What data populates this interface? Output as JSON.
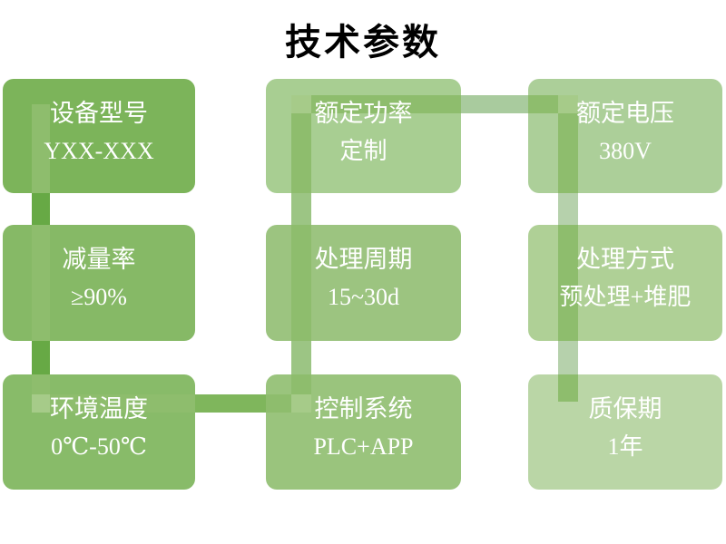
{
  "title": "技术参数",
  "boxes": [
    {
      "id": "device-model",
      "label": "设备型号",
      "value": "YXX-XXX",
      "color": "#7CB45A"
    },
    {
      "id": "rated-power",
      "label": "额定功率",
      "value": "定制",
      "color": "#A8CE92"
    },
    {
      "id": "rated-voltage",
      "label": "额定电压",
      "value": "380V",
      "color": "#ACCF99"
    },
    {
      "id": "reduction-rate",
      "label": "减量率",
      "value": "≥90%",
      "color": "#86B966"
    },
    {
      "id": "treatment-cycle",
      "label": "处理周期",
      "value": "15~30d",
      "color": "#9CC480"
    },
    {
      "id": "treatment-method",
      "label": "处理方式",
      "value": "预处理+堆肥",
      "color": "#AFD096"
    },
    {
      "id": "ambient-temperature",
      "label": "环境温度",
      "value": "0℃-50℃",
      "color": "#88BB69"
    },
    {
      "id": "control-system",
      "label": "控制系统",
      "value": "PLC+APP",
      "color": "#9AC47D"
    },
    {
      "id": "warranty-period",
      "label": "质保期",
      "value": "1年",
      "color": "#BAD6A6"
    }
  ],
  "connector_colors": {
    "in_box": "#8EBD6D",
    "corner": "#A6CB89",
    "gap_left": "#67A945",
    "gap_bottom": "#7FB65C",
    "gap_middle": "#9CC584",
    "gap_top": "#A9CB9E",
    "gap_right": "#B6D1AC"
  },
  "text_color": "#FFFFFF",
  "title_color": "#000000",
  "background": "#FFFFFF"
}
